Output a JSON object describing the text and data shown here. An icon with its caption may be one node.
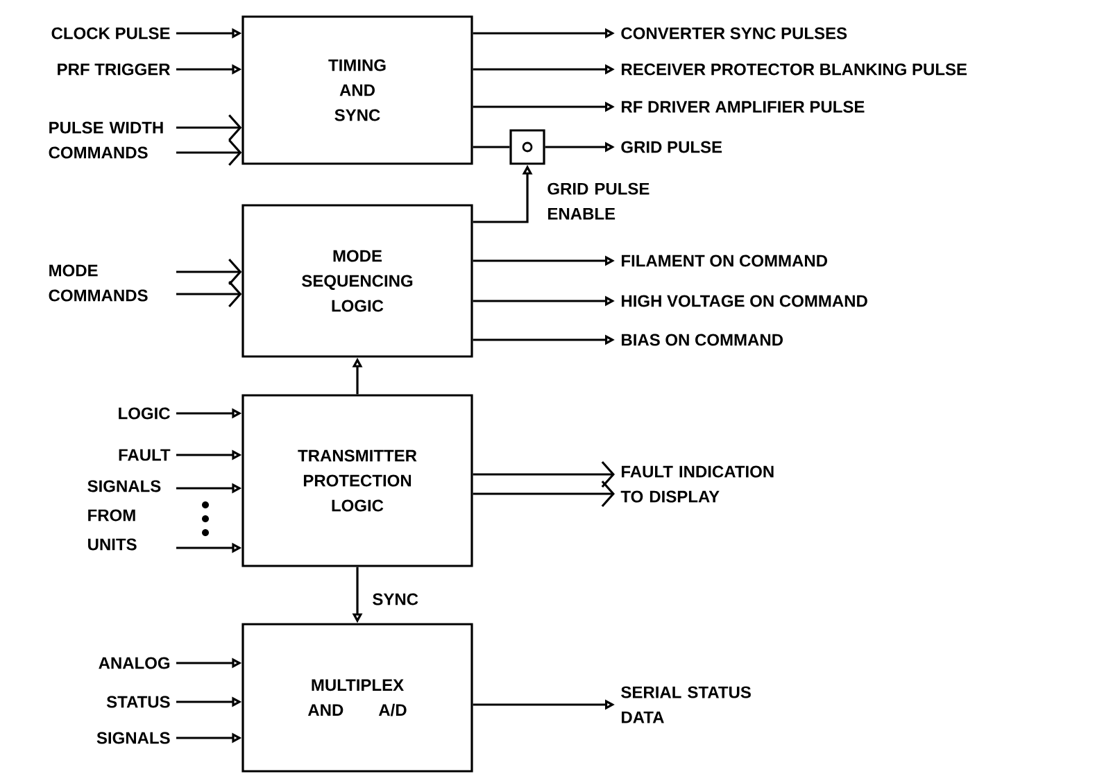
{
  "diagram": {
    "nodes": [
      {
        "text": [
          "CLOCK PULSE"
        ]
      },
      {
        "text": [
          "PRF TRIGGER"
        ]
      },
      {
        "text": [
          "PULSE WIDTH COMMANDS"
        ]
      },
      {
        "text": [
          "TIMING AND SYNC"
        ]
      },
      {
        "text": [
          "CONVERTER SYNC PULSES"
        ]
      },
      {
        "text": [
          "RECEIVER PROTECTOR BLANKING PULSE"
        ]
      },
      {
        "text": [
          "RF DRIVER AMPLIFIER PULSE"
        ]
      },
      {
        "text": [],
        "shape": "box"
      },
      {
        "text": [
          "GRID PULSE"
        ]
      },
      {
        "text": [
          "MODE COMMANDS"
        ]
      },
      {
        "text": [
          "MODE SEQUENCING LOGIC"
        ]
      },
      {
        "text": [
          "FILAMENT ON COMMAND"
        ]
      },
      {
        "text": [
          "HIGH VOLTAGE ON COMMAND"
        ]
      },
      {
        "text": [
          "BIAS ON COMMAND"
        ]
      },
      {
        "text": [
          "LOGIC"
        ]
      },
      {
        "text": [
          "FAULT"
        ]
      },
      {
        "text": [
          "SIGNALS FROM UNITS"
        ]
      },
      {
        "text": [
          "TRANSMITTER PROTECTION LOGIC"
        ]
      },
      {
        "text": [
          "FAULT INDICATION TO DISPLAY"
        ]
      },
      {
        "text": [
          "ANALOG"
        ]
      },
      {
        "text": [
          "STATUS"
        ]
      },
      {
        "text": [
          "SIGNALS"
        ]
      },
      {
        "text": [
          "MULTIPLEX AND A/D"
        ]
      },
      {
        "text": [
          "SERIAL STATUS DATA"
        ]
      }
    ],
    "edges": [
      {
        "from": 0,
        "to": 3,
        "arrow": "to"
      },
      {
        "from": 1,
        "to": 3,
        "arrow": "to"
      },
      {
        "from": 2,
        "to": 3,
        "arrow": "to"
      },
      {
        "from": 2,
        "to": 3,
        "arrow": "to"
      },
      {
        "from": 3,
        "to": 4,
        "arrow": "to"
      },
      {
        "from": 3,
        "to": 5,
        "arrow": "to"
      },
      {
        "from": 3,
        "to": 6,
        "arrow": "to"
      },
      {
        "from": 3,
        "to": 7,
        "arrow": "none"
      },
      {
        "from": 7,
        "to": 8,
        "arrow": "to"
      },
      {
        "from": 10,
        "to": 7,
        "arrow": "to",
        "label": "GRID PULSE ENABLE"
      },
      {
        "from": 9,
        "to": 10,
        "arrow": "to"
      },
      {
        "from": 9,
        "to": 10,
        "arrow": "to"
      },
      {
        "from": 10,
        "to": 11,
        "arrow": "to"
      },
      {
        "from": 10,
        "to": 12,
        "arrow": "to"
      },
      {
        "from": 10,
        "to": 13,
        "arrow": "to"
      },
      {
        "from": 17,
        "to": 10,
        "arrow": "to"
      },
      {
        "from": 14,
        "to": 17,
        "arrow": "to"
      },
      {
        "from": 15,
        "to": 17,
        "arrow": "to"
      },
      {
        "from": 16,
        "to": 17,
        "arrow": "to"
      },
      {
        "from": 16,
        "to": 17,
        "arrow": "to"
      },
      {
        "from": 17,
        "to": 18,
        "arrow": "to"
      },
      {
        "from": 17,
        "to": 18,
        "arrow": "to"
      },
      {
        "from": 17,
        "to": 22,
        "arrow": "to",
        "label": "SYNC"
      },
      {
        "from": 19,
        "to": 22,
        "arrow": "to"
      },
      {
        "from": 20,
        "to": 22,
        "arrow": "to"
      },
      {
        "from": 21,
        "to": 22,
        "arrow": "to"
      },
      {
        "from": 22,
        "to": 23,
        "arrow": "to"
      }
    ]
  }
}
